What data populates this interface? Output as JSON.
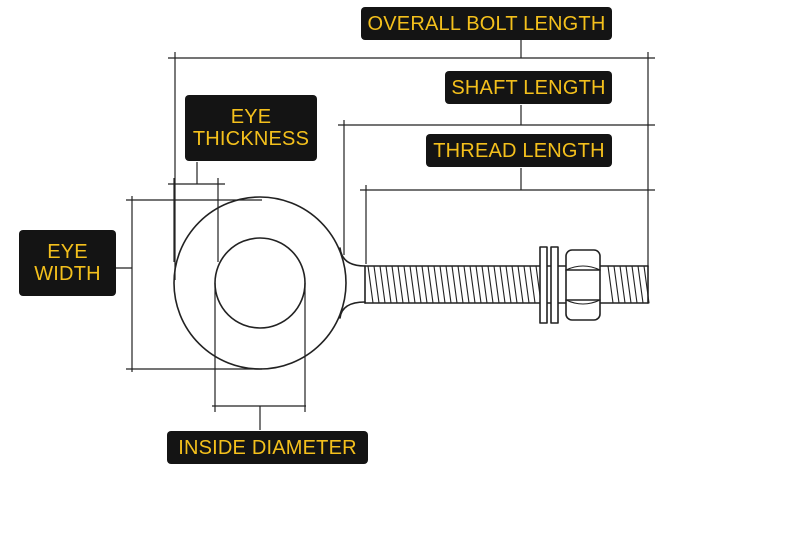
{
  "labels": {
    "overall_bolt_length": "OVERALL BOLT LENGTH",
    "shaft_length": "SHAFT LENGTH",
    "thread_length": "THREAD LENGTH",
    "eye_thickness_line1": "EYE",
    "eye_thickness_line2": "THICKNESS",
    "eye_width_line1": "EYE",
    "eye_width_line2": "WIDTH",
    "inside_diameter": "INSIDE DIAMETER"
  },
  "colors": {
    "label_background": "#141414",
    "label_text": "#f4c01c",
    "line": "#222222"
  }
}
